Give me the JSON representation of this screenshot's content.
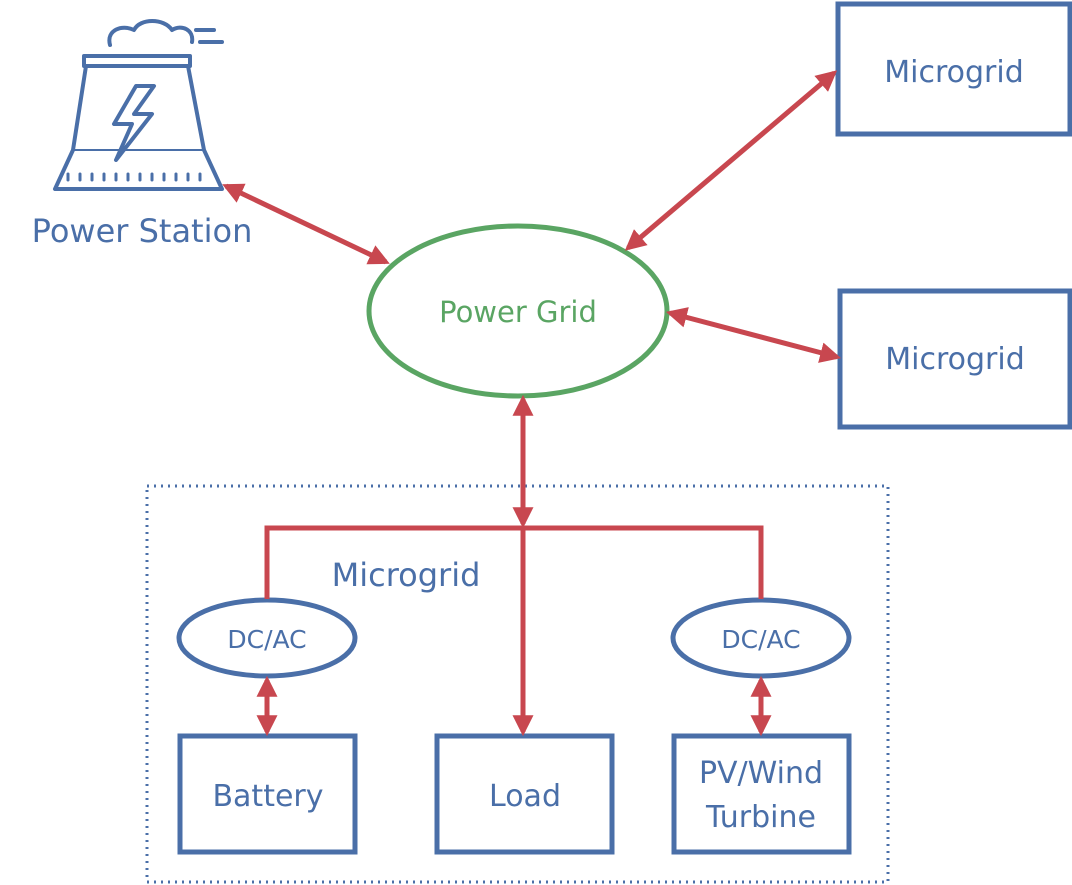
{
  "diagram": {
    "power_station_label": "Power Station",
    "power_grid_label": "Power Grid",
    "microgrid_top_label": "Microgrid",
    "microgrid_mid_label": "Microgrid",
    "local_microgrid_label": "Microgrid",
    "converter_left_label": "DC/AC",
    "converter_right_label": "DC/AC",
    "battery_label": "Battery",
    "load_label": "Load",
    "pv_label_line1": "PV/Wind",
    "pv_label_line2": "Turbine"
  },
  "colors": {
    "box_stroke": "#4a6fa8",
    "grid_stroke": "#5aa563",
    "arrow": "#c8474f",
    "text_blue": "#4a6fa8",
    "text_green": "#5aa563"
  },
  "icons": {
    "power_station": "power-plant-icon"
  }
}
